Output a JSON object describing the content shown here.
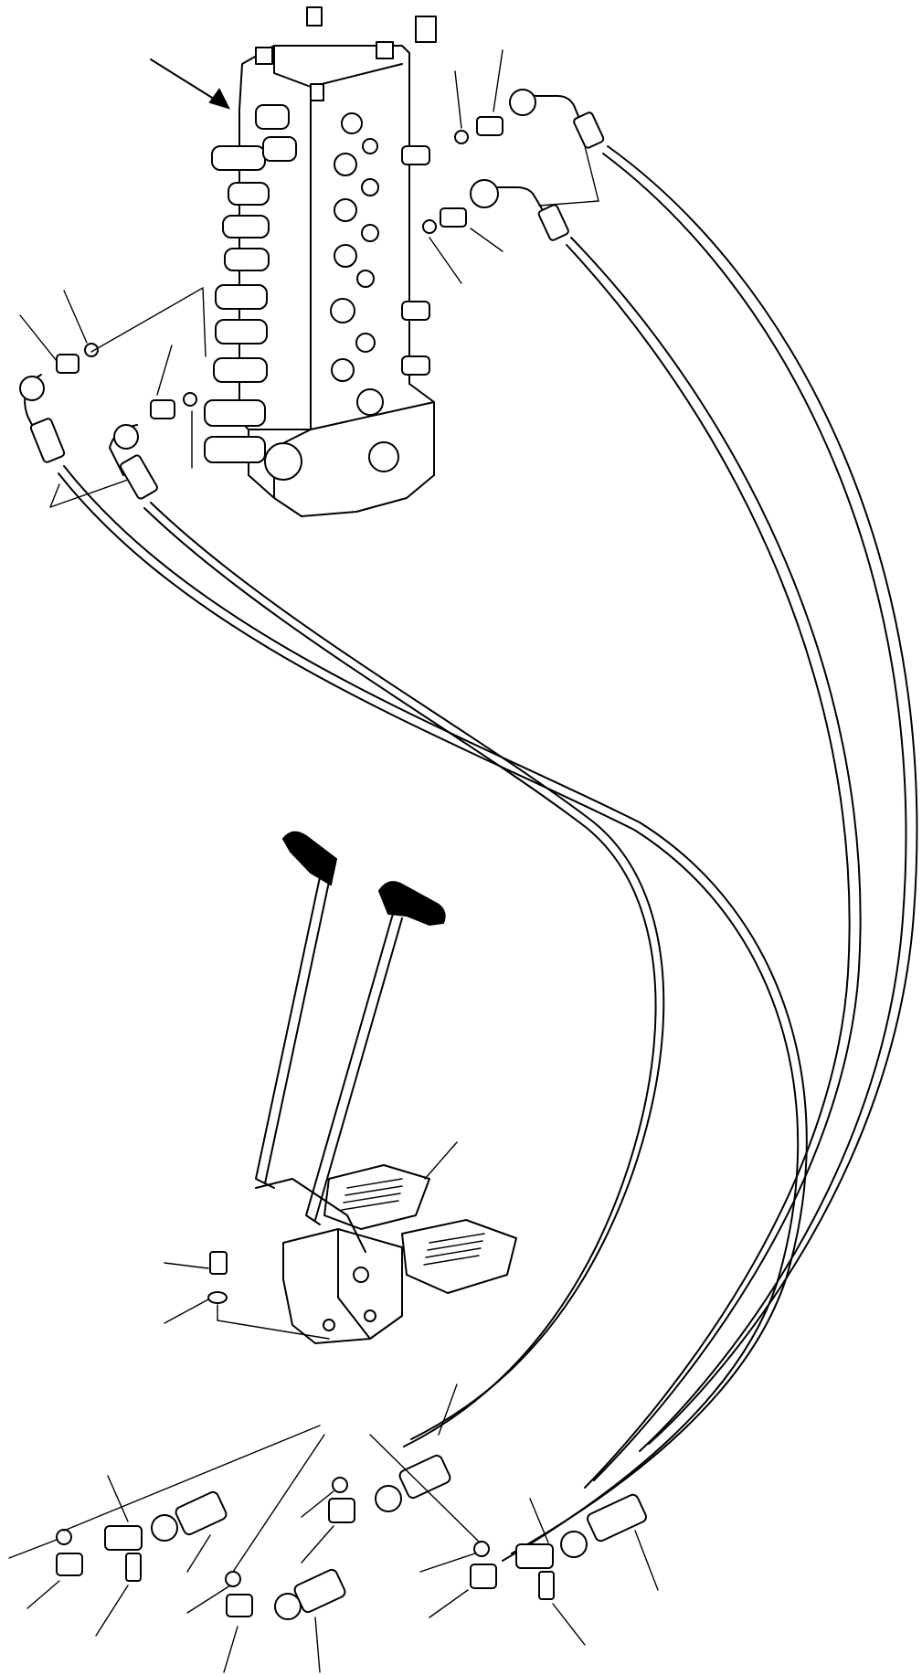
{
  "diagram": {
    "kind": "exploded-parts-drawing",
    "labels": [],
    "components": [
      {
        "name": "control-valve-block"
      },
      {
        "name": "travel-control-lever-left"
      },
      {
        "name": "travel-control-lever-right"
      },
      {
        "name": "travel-pedal-left"
      },
      {
        "name": "travel-pedal-right"
      },
      {
        "name": "pilot-valve-body"
      },
      {
        "name": "pilot-hose-group"
      }
    ],
    "colors": {
      "line": "#000000",
      "background": "#ffffff"
    }
  }
}
